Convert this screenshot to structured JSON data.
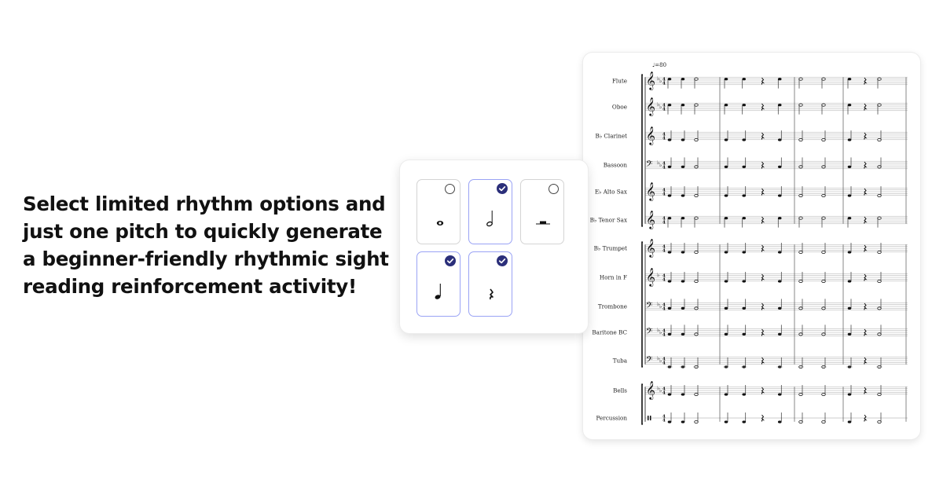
{
  "headline": {
    "lines": [
      "Select limited rhythm options and",
      "just one pitch to quickly generate",
      "a beginner-friendly rhythmic sight",
      "reading reinforcement activity!"
    ]
  },
  "rhythm_picker": {
    "options": [
      {
        "name": "whole-note",
        "selected": false
      },
      {
        "name": "half-note",
        "selected": true
      },
      {
        "name": "whole-rest",
        "selected": false
      },
      {
        "name": "quarter-note",
        "selected": true
      },
      {
        "name": "quarter-rest",
        "selected": true
      }
    ],
    "accent_color": "#2b2f7a",
    "selected_border_color": "#9aa3f5"
  },
  "score": {
    "tempo_mark": "♩=80",
    "time_signature": "4/4",
    "measures": [
      [
        "Q",
        "Q",
        "H"
      ],
      [
        "Q",
        "Q",
        "R",
        "Q"
      ],
      [
        "H",
        "H"
      ],
      [
        "Q",
        "R",
        "H"
      ]
    ],
    "instruments": [
      {
        "label": "Flute",
        "clef": "treble",
        "key_flats": 2
      },
      {
        "label": "Oboe",
        "clef": "treble",
        "key_flats": 2
      },
      {
        "label": "B♭ Clarinet",
        "clef": "treble",
        "key_flats": 0
      },
      {
        "label": "Bassoon",
        "clef": "bass",
        "key_flats": 2
      },
      {
        "label": "E♭ Alto Sax",
        "clef": "treble",
        "key_flats": 0
      },
      {
        "label": "B♭ Tenor Sax",
        "clef": "treble",
        "key_flats": 0
      },
      {
        "label": "B♭ Trumpet",
        "clef": "treble",
        "key_flats": 0
      },
      {
        "label": "Horn in F",
        "clef": "treble",
        "key_flats": 1
      },
      {
        "label": "Trombone",
        "clef": "bass",
        "key_flats": 2
      },
      {
        "label": "Baritone BC",
        "clef": "bass",
        "key_flats": 2
      },
      {
        "label": "Tuba",
        "clef": "bass",
        "key_flats": 2
      },
      {
        "label": "Bells",
        "clef": "treble",
        "key_flats": 2
      },
      {
        "label": "Percussion",
        "clef": "percussion",
        "key_flats": 0
      }
    ]
  }
}
